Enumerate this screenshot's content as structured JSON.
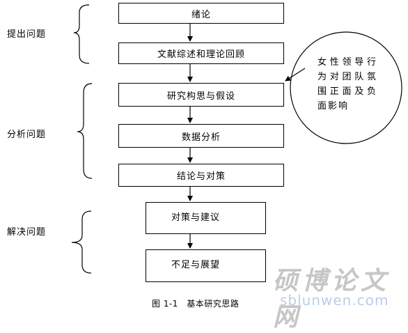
{
  "boxes": {
    "intro": "绪论",
    "literature": "文献综述和理论回顾",
    "design": "研究构思与假设",
    "analysis": "数据分析",
    "conclusion": "结论与对策",
    "suggestions": "对策与建议",
    "limitations": "不足与展望"
  },
  "stages": {
    "pose": "提出问题",
    "analyze": "分析问题",
    "solve": "解决问题"
  },
  "topic_lines": [
    "女性领导行",
    "为对团队氛",
    "围正面及负",
    "面影响"
  ],
  "caption": "图 1-1　基本研究思路",
  "watermark": {
    "chinese": "硕博论文网",
    "domain": "sblunwen.com"
  }
}
